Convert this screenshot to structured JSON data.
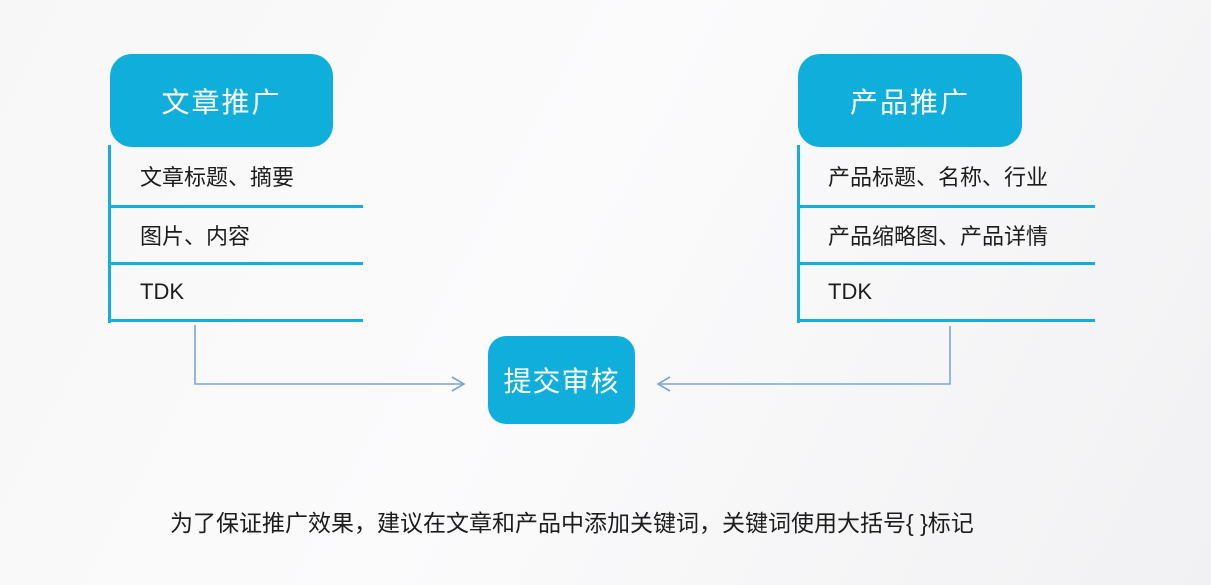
{
  "colors": {
    "node_fill": "#10AFDB",
    "connector_line": "#14AEDC",
    "arrow_line": "#7DA3DB",
    "text": "#1D1D1D"
  },
  "left_branch": {
    "title": "文章推广",
    "items": [
      "文章标题、摘要",
      "图片、内容",
      "TDK"
    ]
  },
  "right_branch": {
    "title": "产品推广",
    "items": [
      "产品标题、名称、行业",
      "产品缩略图、产品详情",
      "TDK"
    ]
  },
  "center_node": {
    "label": "提交审核"
  },
  "footnote": "为了保证推广效果，建议在文章和产品中添加关键词，关键词使用大括号{ }标记"
}
